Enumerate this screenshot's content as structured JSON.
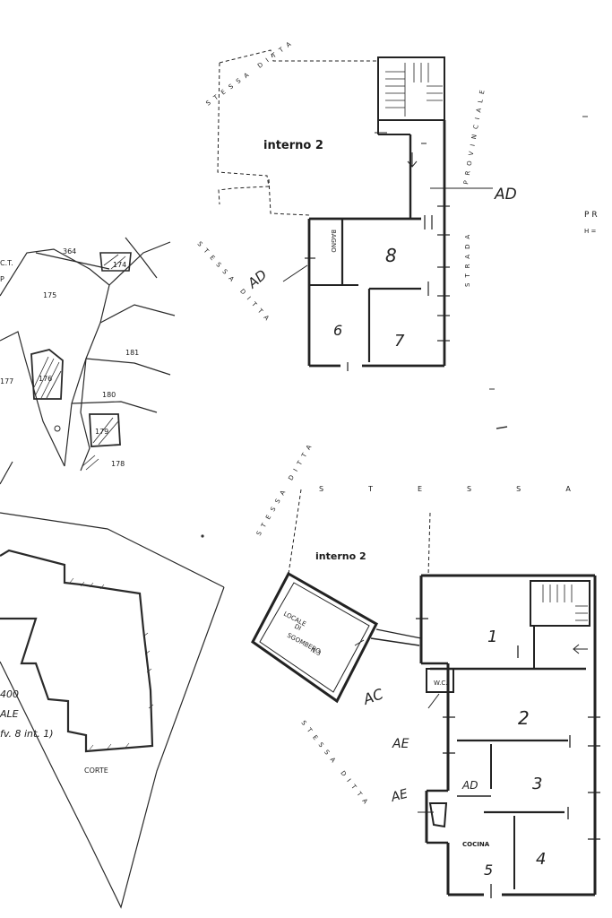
{
  "plan_top": {
    "title": "interno 2",
    "bagno": "BAGNO",
    "room_6": "6",
    "room_7": "7",
    "room_8": "8",
    "strada": "STRADA",
    "provinciale": "PROVINCIALE",
    "ad_right": "AD",
    "ad_left": "AD",
    "stessa_ditta_top": "STESSA DITTA",
    "stessa_ditta_left": "STESSA DITTA"
  },
  "plan_bottom": {
    "title": "interno 2",
    "locale_1": "LOCALE",
    "locale_2": "DI",
    "locale_3": "SGOMBERO",
    "locale_4": "N.3",
    "room_1": "1",
    "room_2": "2",
    "room_3": "3",
    "room_4": "4",
    "room_5": "5",
    "cucina": "COCINA",
    "wc": "W.C.",
    "ac": "AC",
    "ae1": "AE",
    "ae2": "AE",
    "ad": "AD",
    "stessa_ditta_top": "STESSA DITTA",
    "stessa_ditta_left": "STESSA DITTA"
  },
  "map": {
    "parcels": [
      "364",
      "174",
      "175",
      "176",
      "177",
      "181",
      "180",
      "179",
      "178"
    ],
    "ct": "C.T.",
    "p": "P",
    "num_400": "400",
    "ale": "ALE",
    "fv": "fv. 8 int. 1)",
    "corte": "CORTE"
  },
  "margin_right": {
    "pr": "PR",
    "h": "H ="
  }
}
